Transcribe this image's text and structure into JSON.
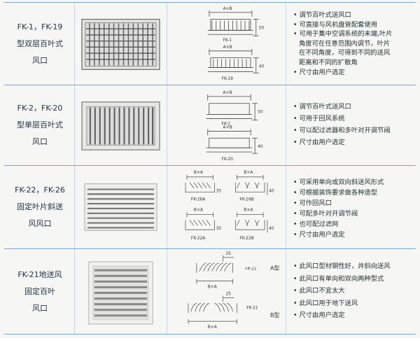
{
  "rows": [
    {
      "name_lines": [
        "FK-1，FK-19",
        "型双层百叶式",
        "风口"
      ],
      "diagram_labels": [
        "A×B",
        "50",
        "FK-1",
        "A×B",
        "40",
        "FK-19"
      ],
      "features": [
        "调节百叶式送风口",
        "可直接与风机盘管配套使用",
        "可用于集中空调系统的末端,叶片",
        "角度可在任意范围内调节，叶片",
        "在不同角度，可得到不同的送风",
        "距离和不同的扩散角",
        "尺寸由用户选定"
      ]
    },
    {
      "name_lines": [
        "FK-2，FK-20",
        "型单层百叶式",
        "风口"
      ],
      "diagram_labels": [
        "A×B",
        "50",
        "FK-2",
        "A×B",
        "40",
        "FK-20"
      ],
      "features": [
        "调节百叶式送风口",
        "可用于回风系统",
        "可以配过滤器和多叶对开调节阀",
        "尺寸由用户选定"
      ]
    },
    {
      "name_lines": [
        "FK-22，FK-26",
        "固定叶片斜送",
        "风风口"
      ],
      "diagram_labels": [
        "B×A",
        "B×A",
        "40",
        "35",
        "FK-26A",
        "FK-26B",
        "B×A",
        "B×A",
        "35",
        "40",
        "FK-22A",
        "FK-22B"
      ],
      "features": [
        "可采用单向或双向斜送风形式",
        "可根据装饰要求做各种造型",
        "可作回风口",
        "可配多叶对开调节阀",
        "也可配过滤网",
        "尺寸由用户选定"
      ]
    },
    {
      "name_lines": [
        "FK-21地送风",
        "固定百叶",
        "风口"
      ],
      "diagram_labels": [
        "25",
        "B×A",
        "FK-21",
        "A型",
        "25",
        "B×A",
        "FK-21",
        "B型"
      ],
      "features": [
        "此风口型材钢性好，并斜向送风",
        "此风口有单向和双向两种型式",
        "此风口不宜太大",
        "此风口用于地下送风",
        "尺寸由用户选定"
      ]
    }
  ]
}
